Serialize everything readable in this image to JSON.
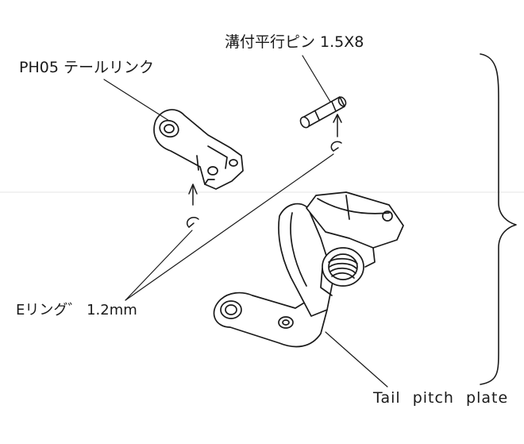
{
  "labels": {
    "pin": "溝付平行ピン 1.5X8",
    "tail_link": "PH05 テールリンク",
    "e_ring": "Eリング゛ 1.2mm",
    "tail_pitch_plate": "Tail  pitch  plate"
  },
  "colors": {
    "line": "#1a1a1a",
    "paper": "#ffffff"
  }
}
